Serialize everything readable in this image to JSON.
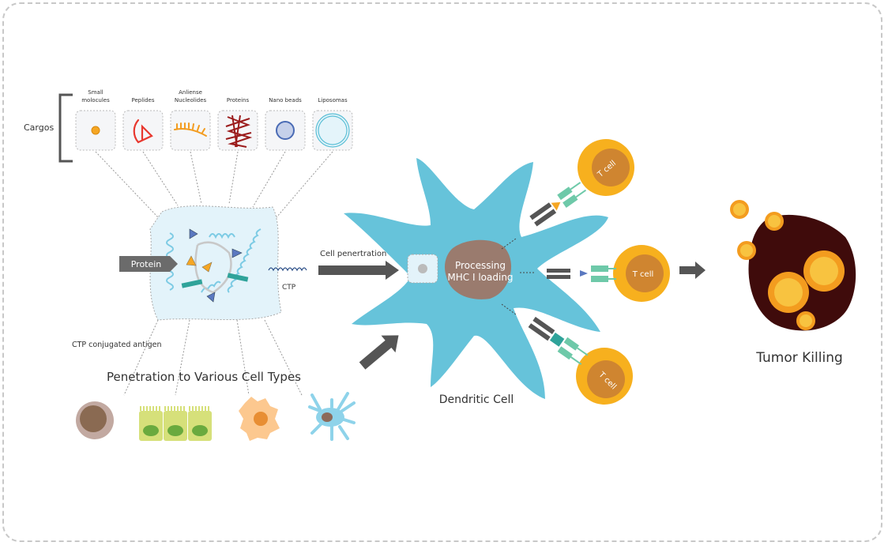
{
  "cargos": {
    "label": "Cargos",
    "items": [
      {
        "label_line1": "Small",
        "label_line2": "molocules",
        "icon": "small-molecule-icon"
      },
      {
        "label_line1": "",
        "label_line2": "Peplides",
        "icon": "peptide-icon"
      },
      {
        "label_line1": "Anliense",
        "label_line2": "Nucleolides",
        "icon": "antisense-nucleotide-icon"
      },
      {
        "label_line1": "",
        "label_line2": "Proteins",
        "icon": "protein-icon"
      },
      {
        "label_line1": "",
        "label_line2": "Nano beads",
        "icon": "nano-bead-icon"
      },
      {
        "label_line1": "",
        "label_line2": "Liposomas",
        "icon": "liposome-icon"
      }
    ]
  },
  "conjugate": {
    "protein_label": "Protein",
    "ctp_label": "CTP",
    "antigen_label": "CTP conjugated antigen"
  },
  "penetration": {
    "title": "Penetration to Various Cell Types",
    "cells": [
      "lymphocyte",
      "epithelial-cells",
      "fibroblast",
      "neuron"
    ]
  },
  "dendritic": {
    "cell_penetration_label": "Cell penertration",
    "nucleus_line1": "Processing",
    "nucleus_line2": "MHC I loading",
    "title": "Dendritic Cell"
  },
  "tcells": [
    {
      "label": "T cell"
    },
    {
      "label": "T cell"
    },
    {
      "label": "T cell"
    }
  ],
  "tumor": {
    "title": "Tumor Killing"
  },
  "colors": {
    "dendritic": "#66c3da",
    "nucleus": "#9a7b6e",
    "tcell_outer": "#f7b01e",
    "tcell_inner": "#cf8530",
    "arrow": "#555555",
    "receptor": "#6ec9a9",
    "tumor": "#3f0b0b"
  }
}
